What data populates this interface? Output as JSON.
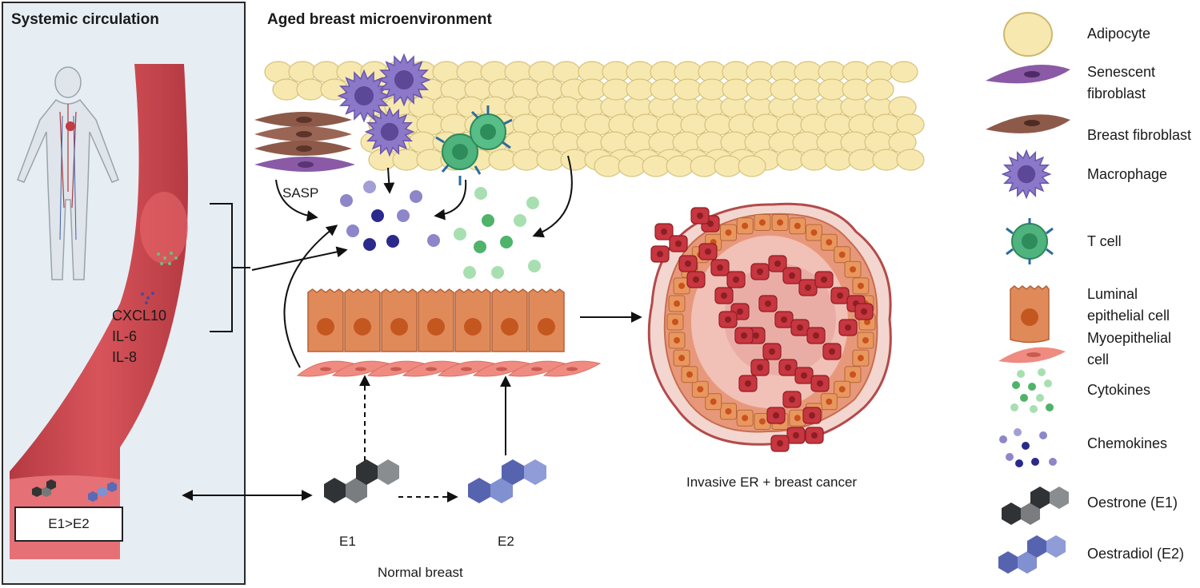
{
  "left_panel": {
    "title": "Systemic circulation",
    "factors": [
      "CXCL10",
      "IL-6",
      "IL-8"
    ],
    "ratio_box": "E1>E2"
  },
  "middle": {
    "title": "Aged breast microenvironment",
    "sasp_label": "SASP",
    "e1_label": "E1",
    "e2_label": "E2",
    "normal_breast_label": "Normal breast",
    "cancer_label": "Invasive ER + breast cancer"
  },
  "legend": [
    {
      "label": "Adipocyte",
      "icon": "adipocyte-icon"
    },
    {
      "label": "Senescent fibroblast",
      "icon": "senescent-fibroblast-icon"
    },
    {
      "label": "Breast fibroblast",
      "icon": "breast-fibroblast-icon"
    },
    {
      "label": "Macrophage",
      "icon": "macrophage-icon"
    },
    {
      "label": "T cell",
      "icon": "t-cell-icon"
    },
    {
      "label": "Luminal epithelial cell",
      "icon": "luminal-cell-icon"
    },
    {
      "label": "Myoepithelial cell",
      "icon": "myoepithelial-cell-icon"
    },
    {
      "label": "Cytokines",
      "icon": "cytokines-icon"
    },
    {
      "label": "Chemokines",
      "icon": "chemokines-icon"
    },
    {
      "label": "Oestrone (E1)",
      "icon": "oestrone-icon"
    },
    {
      "label": "Oestradiol (E2)",
      "icon": "oestradiol-icon"
    }
  ],
  "colors": {
    "panel_bg": "#e6eef4",
    "vessel": "#c8434a",
    "adipocyte": "#f7e8b0",
    "senescent_fibroblast": "#8a5aa6",
    "breast_fibroblast": "#8d5a4a",
    "macrophage": "#8b78c8",
    "t_cell": "#4fb37e",
    "luminal": "#e08a5a",
    "myoepithelial": "#ee8b80",
    "cytokine": "#8fd29a",
    "chemokine": "#4b4a9e",
    "e1": "#3a3d40",
    "e2": "#6a78b8",
    "tumour": "#c8363f"
  }
}
